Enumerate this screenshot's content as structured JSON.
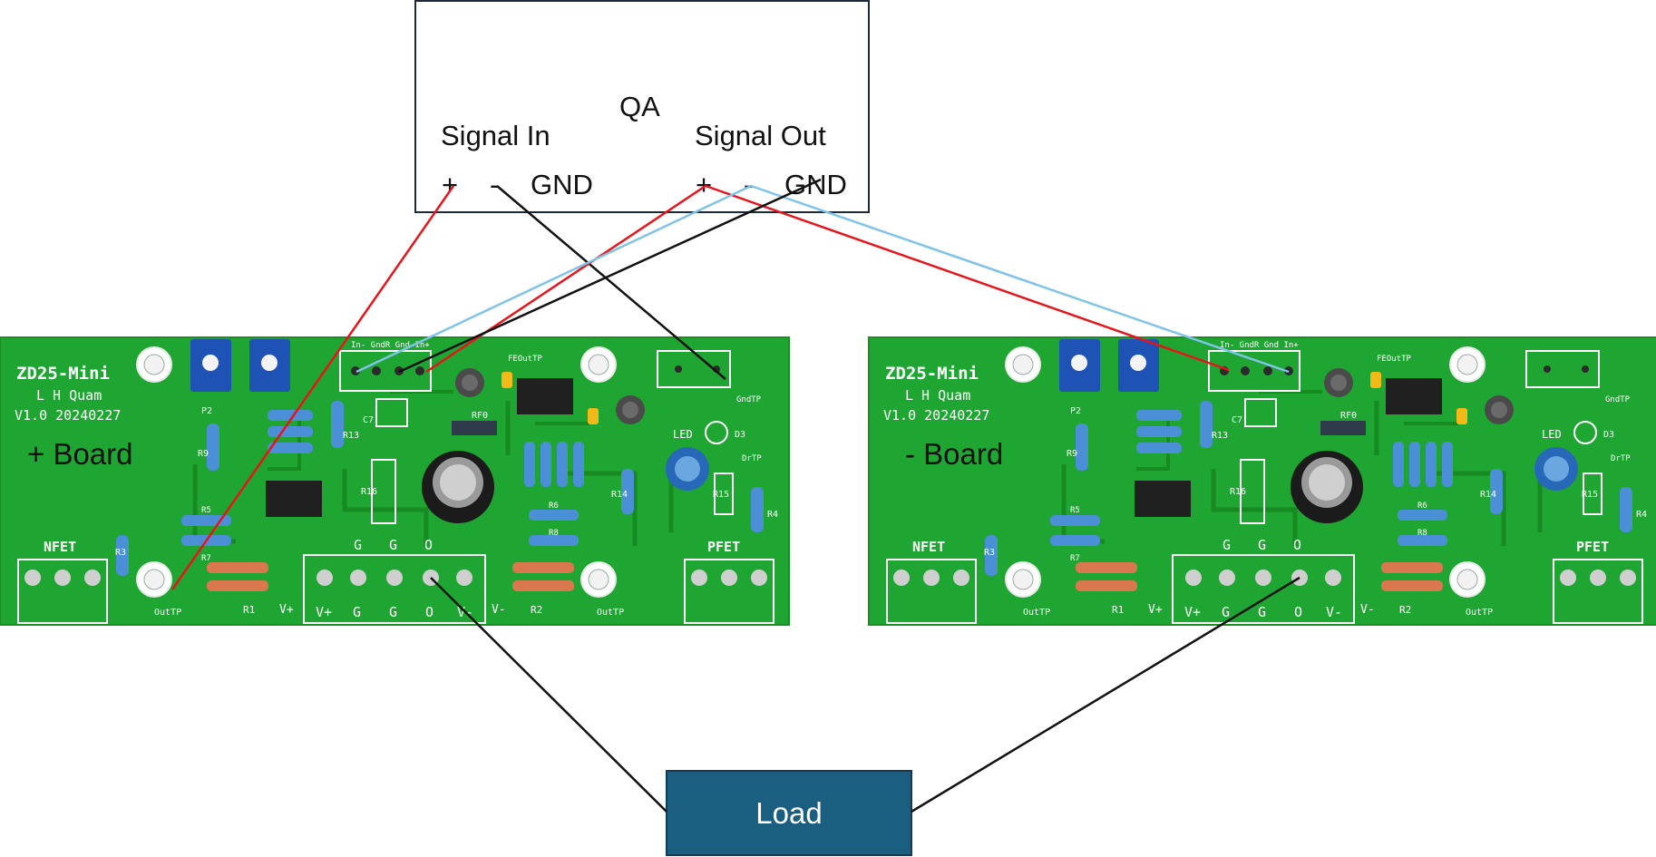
{
  "qa": {
    "title": "QA",
    "signal_in": "Signal In",
    "signal_out": "Signal Out",
    "terminals_in": [
      "+",
      "-",
      "GND"
    ],
    "terminals_out": [
      "+",
      "-",
      "GND"
    ]
  },
  "boards": [
    {
      "name": "ZD25-Mini",
      "author": "L H Quam",
      "version": "V1.0 20240227",
      "label": "+ Board",
      "nfet": "NFET",
      "pfet": "PFET",
      "terminals": [
        "V+",
        "G",
        "G",
        "O",
        "V-"
      ],
      "top_terms": [
        "G",
        "G",
        "O"
      ],
      "in_header": "In- GndR Gnd In+",
      "parts": [
        "P2",
        "R9",
        "R13",
        "C7",
        "R16",
        "RF0",
        "FEOutTP",
        "GndTP",
        "LED",
        "D3",
        "R14",
        "R15",
        "R4",
        "DrTP",
        "R3",
        "R5",
        "R7",
        "R6",
        "R8",
        "R1",
        "R2",
        "V+",
        "V-",
        "OutTP",
        "OutTP"
      ]
    },
    {
      "name": "ZD25-Mini",
      "author": "L H Quam",
      "version": "V1.0 20240227",
      "label": "- Board",
      "nfet": "NFET",
      "pfet": "PFET",
      "terminals": [
        "V+",
        "G",
        "G",
        "O",
        "V-"
      ],
      "top_terms": [
        "G",
        "G",
        "O"
      ],
      "in_header": "In- GndR Gnd In+",
      "parts": [
        "P2",
        "R9",
        "R13",
        "C7",
        "R16",
        "RF0",
        "FEOutTP",
        "GndTP",
        "LED",
        "D3",
        "R14",
        "R15",
        "R4",
        "DrTP",
        "R3",
        "R5",
        "R7",
        "R6",
        "R8",
        "R1",
        "R2",
        "V+",
        "V-",
        "OutTP",
        "OutTP"
      ]
    }
  ],
  "load": {
    "label": "Load",
    "fill": "#1a5e80"
  },
  "colors": {
    "pcb": "#1fa532",
    "pcb_dark": "#15821f",
    "wire_red": "#e8141b",
    "wire_blue": "#7fc4e8",
    "wire_black": "#111111"
  }
}
